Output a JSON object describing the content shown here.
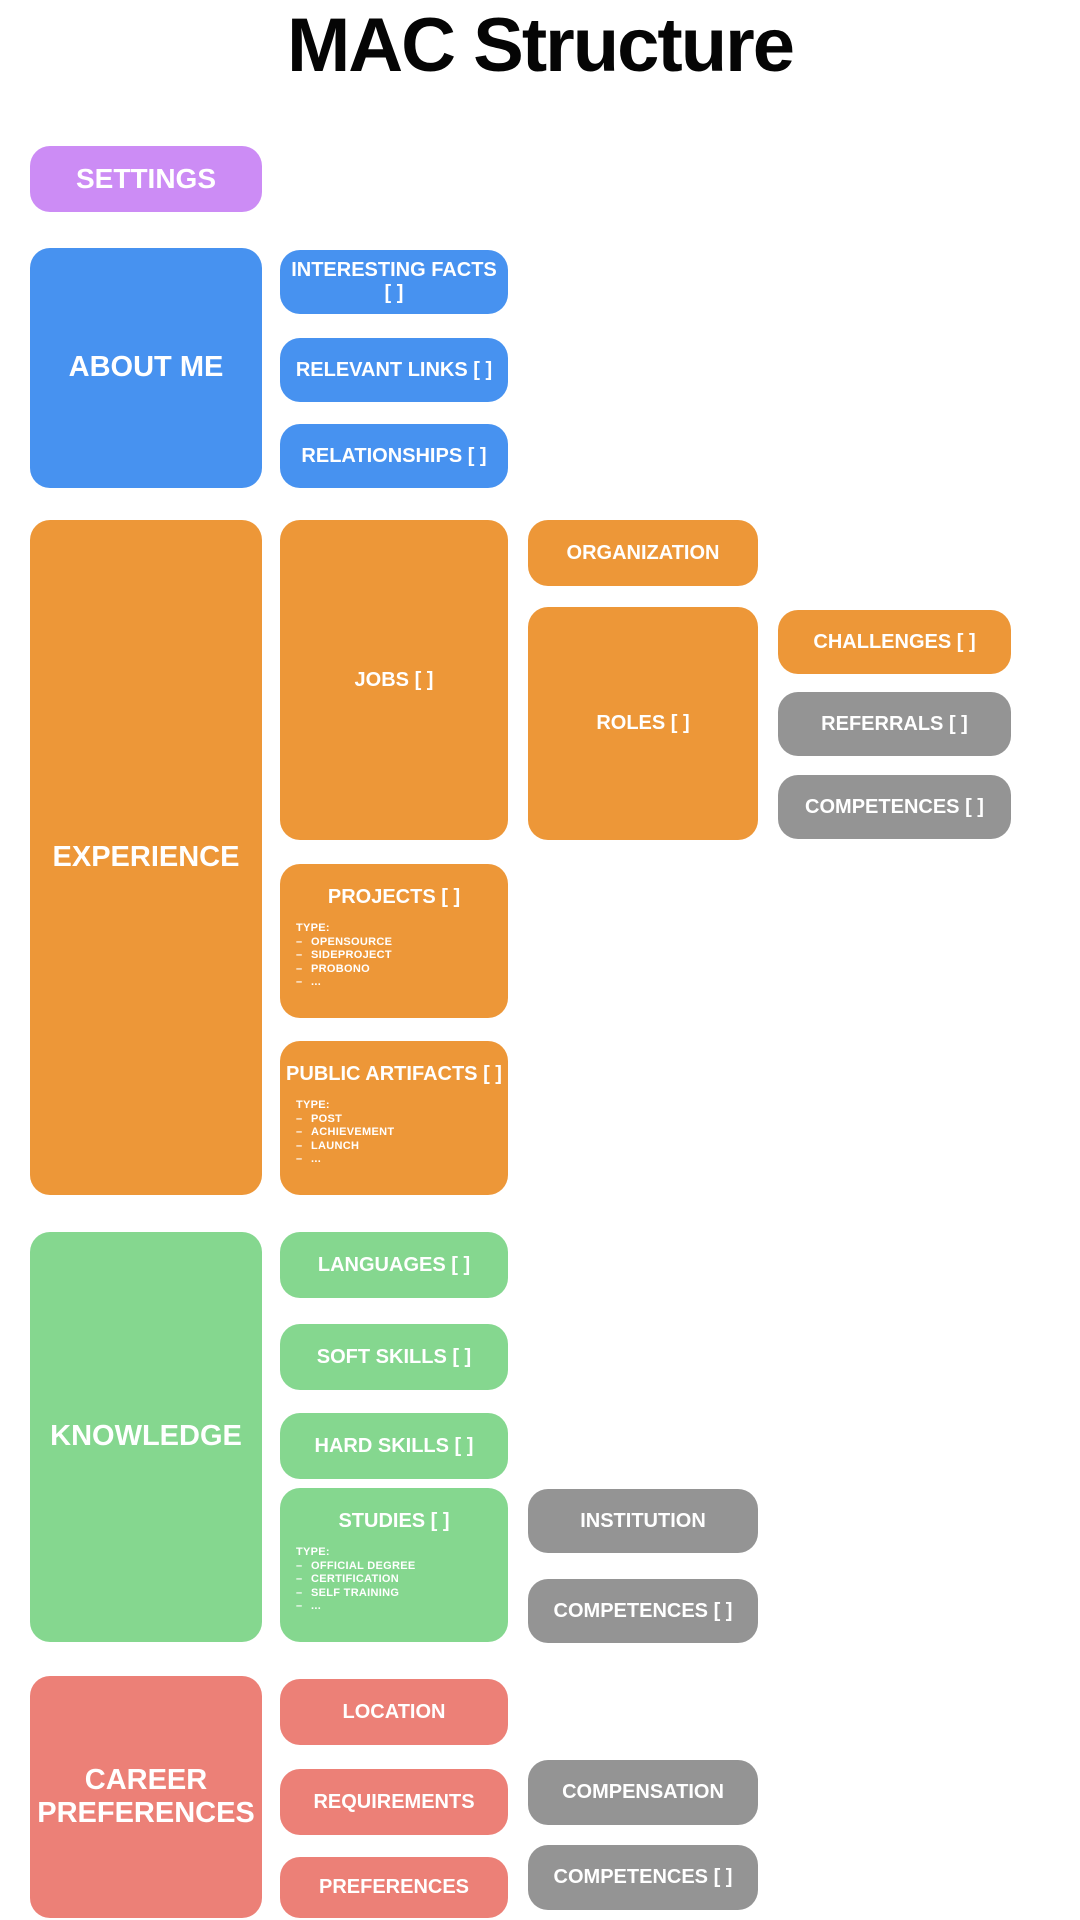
{
  "title": "MAC Structure",
  "ui": {
    "bullet": "–",
    "type_label": "TYPE:"
  },
  "colors": {
    "purple": "#CC8CF5",
    "blue": "#4792F0",
    "orange": "#ED9738",
    "green": "#85D78F",
    "red": "#EC8077",
    "gray": "#949494"
  },
  "nodes": {
    "settings": {
      "label": "SETTINGS"
    },
    "about_me": {
      "label": "ABOUT ME"
    },
    "interesting_facts": {
      "label": "INTERESTING FACTS [ ]"
    },
    "relevant_links": {
      "label": "RELEVANT LINKS [ ]"
    },
    "relationships": {
      "label": "RELATIONSHIPS [ ]"
    },
    "experience": {
      "label": "EXPERIENCE"
    },
    "jobs": {
      "label": "JOBS [ ]"
    },
    "organization": {
      "label": "ORGANIZATION"
    },
    "roles": {
      "label": "ROLES [ ]"
    },
    "challenges": {
      "label": "CHALLENGES [ ]"
    },
    "referrals": {
      "label": "REFERRALS [ ]"
    },
    "competences_roles": {
      "label": "COMPETENCES [ ]"
    },
    "projects": {
      "label": "PROJECTS [ ]",
      "items": [
        "OPENSOURCE",
        "SIDEPROJECT",
        "PROBONO",
        "..."
      ]
    },
    "public_artifacts": {
      "label": "PUBLIC ARTIFACTS [ ]",
      "items": [
        "POST",
        "ACHIEVEMENT",
        "LAUNCH",
        "..."
      ]
    },
    "knowledge": {
      "label": "KNOWLEDGE"
    },
    "languages": {
      "label": "LANGUAGES [ ]"
    },
    "soft_skills": {
      "label": "SOFT SKILLS [ ]"
    },
    "hard_skills": {
      "label": "HARD SKILLS [ ]"
    },
    "studies": {
      "label": "STUDIES [ ]",
      "items": [
        "OFFICIAL DEGREE",
        "CERTIFICATION",
        "SELF TRAINING",
        "..."
      ]
    },
    "institution": {
      "label": "INSTITUTION"
    },
    "competences_studies": {
      "label": "COMPETENCES [ ]"
    },
    "career_preferences": {
      "label": "CAREER PREFERENCES"
    },
    "location": {
      "label": "LOCATION"
    },
    "requirements": {
      "label": "REQUIREMENTS"
    },
    "preferences": {
      "label": "PREFERENCES"
    },
    "compensation": {
      "label": "COMPENSATION"
    },
    "competences_preferences": {
      "label": "COMPETENCES [ ]"
    }
  }
}
